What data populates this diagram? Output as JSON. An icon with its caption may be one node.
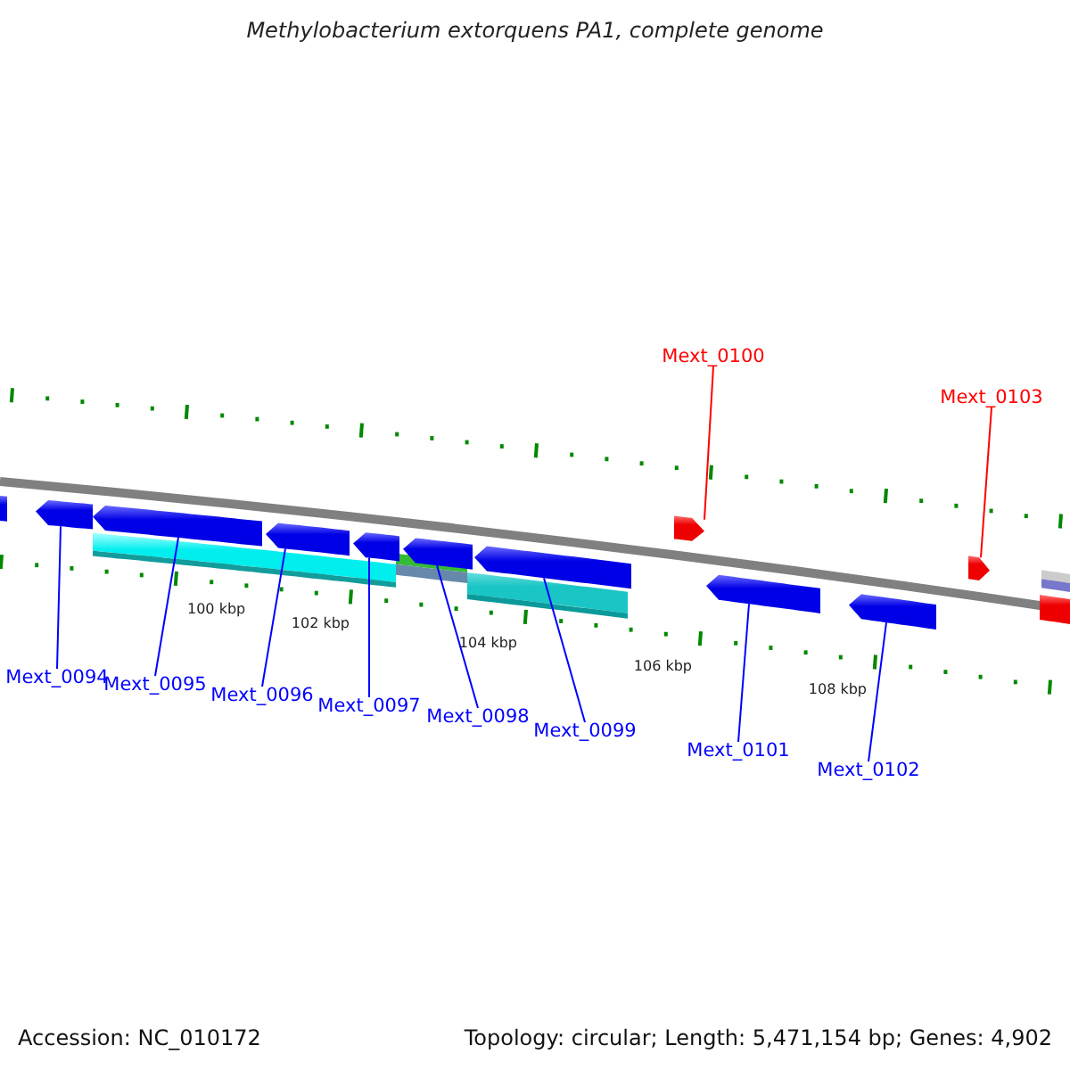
{
  "diagram": {
    "title": "Methylobacterium extorquens PA1, complete genome",
    "nodes": [
      {
        "text": [
          "Mext_0094"
        ]
      },
      {
        "text": [
          "Mext_0095"
        ]
      },
      {
        "text": [
          "Mext_0096"
        ]
      },
      {
        "text": [
          "Mext_0097"
        ]
      },
      {
        "text": [
          "Mext_0098"
        ]
      },
      {
        "text": [
          "Mext_0099"
        ]
      },
      {
        "text": [
          "Mext_0100"
        ]
      },
      {
        "text": [
          "Mext_0101"
        ]
      },
      {
        "text": [
          "Mext_0102"
        ]
      },
      {
        "text": [
          "Mext_0103"
        ]
      },
      {
        "text": [],
        "shape": "arrow"
      },
      {
        "text": [],
        "shape": "arrow"
      },
      {
        "text": [],
        "shape": "arrow"
      },
      {
        "text": [],
        "shape": "arrow"
      },
      {
        "text": [],
        "shape": "arrow"
      },
      {
        "text": [],
        "shape": "arrow"
      },
      {
        "text": [],
        "shape": "arrow"
      },
      {
        "text": [],
        "shape": "arrow"
      },
      {
        "text": [],
        "shape": "arrow"
      },
      {
        "text": [],
        "shape": "arrow"
      }
    ],
    "edges": [
      {
        "from": 0,
        "to": 10,
        "arrow": "none"
      },
      {
        "from": 1,
        "to": 11,
        "arrow": "none"
      },
      {
        "from": 2,
        "to": 12,
        "arrow": "none"
      },
      {
        "from": 3,
        "to": 13,
        "arrow": "none"
      },
      {
        "from": 4,
        "to": 14,
        "arrow": "none"
      },
      {
        "from": 5,
        "to": 15,
        "arrow": "none"
      },
      {
        "from": 6,
        "to": 16,
        "arrow": "none",
        "color": "#ff0000"
      },
      {
        "from": 7,
        "to": 17,
        "arrow": "none"
      },
      {
        "from": 8,
        "to": 18,
        "arrow": "none"
      },
      {
        "from": 9,
        "to": 19,
        "arrow": "none",
        "color": "#ff0000"
      }
    ],
    "labels": [
      "100 kbp",
      "102 kbp",
      "104 kbp",
      "106 kbp",
      "108 kbp",
      "Accession: NC_010172",
      "Topology: circular; Length: 5,471,154 bp; Genes: 4,902"
    ]
  }
}
